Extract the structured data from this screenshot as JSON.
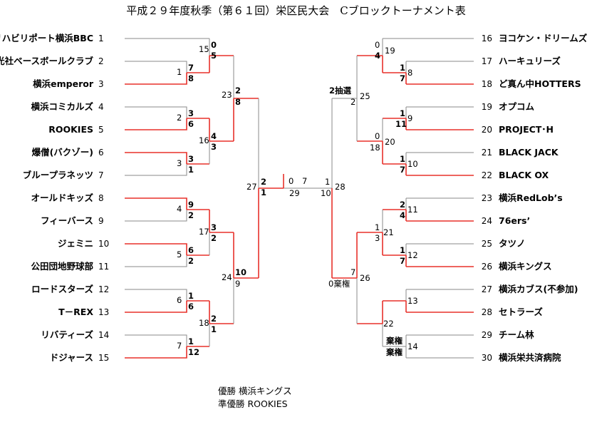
{
  "title": "平成２９年度秋季（第６１回）栄区民大会　Cブロックトーナメント表",
  "left_teams": [
    {
      "no": "1",
      "name": "リハビリポート横浜BBC"
    },
    {
      "no": "2",
      "name": "信光社ベースボールクラブ"
    },
    {
      "no": "3",
      "name": "横浜emperor"
    },
    {
      "no": "4",
      "name": "横浜コミカルズ"
    },
    {
      "no": "5",
      "name": "ROOKIES"
    },
    {
      "no": "6",
      "name": "爆僧(バクゾー)"
    },
    {
      "no": "7",
      "name": "ブループラネッツ"
    },
    {
      "no": "8",
      "name": "オールドキッズ"
    },
    {
      "no": "9",
      "name": "フィーバース"
    },
    {
      "no": "10",
      "name": "ジェミニ"
    },
    {
      "no": "11",
      "name": "公田団地野球部"
    },
    {
      "no": "12",
      "name": "ロードスターズ"
    },
    {
      "no": "13",
      "name": "T－REX"
    },
    {
      "no": "14",
      "name": "リバティーズ"
    },
    {
      "no": "15",
      "name": "ドジャース"
    }
  ],
  "right_teams": [
    {
      "no": "16",
      "name": "ヨコケン・ドリームズ"
    },
    {
      "no": "17",
      "name": "ハーキュリーズ"
    },
    {
      "no": "18",
      "name": "ど真ん中HOTTERS"
    },
    {
      "no": "19",
      "name": "オプコム"
    },
    {
      "no": "20",
      "name": "PROJECT･H"
    },
    {
      "no": "21",
      "name": "BLACK JACK"
    },
    {
      "no": "22",
      "name": "BLACK OX"
    },
    {
      "no": "23",
      "name": "横浜RedLob’s"
    },
    {
      "no": "24",
      "name": "76ers’"
    },
    {
      "no": "25",
      "name": "タツノ"
    },
    {
      "no": "26",
      "name": "横浜キングス"
    },
    {
      "no": "27",
      "name": "横浜カブス(不参加)"
    },
    {
      "no": "28",
      "name": "セトラーズ"
    },
    {
      "no": "29",
      "name": "チーム林"
    },
    {
      "no": "30",
      "name": "横浜栄共済病院"
    }
  ],
  "labels": {
    "l_g15": "15",
    "l_g15_top": "0",
    "l_g15_bot": "5",
    "l_g1": "1",
    "l_g1_top": "7",
    "l_g1_bot": "8",
    "l_g23": "23",
    "l_g23_top": "2",
    "l_g23_bot": "8",
    "l_g2": "2",
    "l_g2_top": "3",
    "l_g2_bot": "6",
    "l_g16": "16",
    "l_g16_top": "4",
    "l_g16_bot": "3",
    "l_g3": "3",
    "l_g3_top": "3",
    "l_g3_bot": "1",
    "l_g27": "27",
    "l_g27_top": "2",
    "l_g27_bot": "1",
    "l_g4": "4",
    "l_g4_top": "9",
    "l_g4_bot": "2",
    "l_g17": "17",
    "l_g17_top": "3",
    "l_g17_bot": "2",
    "l_g5": "5",
    "l_g5_top": "6",
    "l_g5_bot": "2",
    "l_g24": "24",
    "l_g24_top": "10",
    "l_g24_bot": "9",
    "l_g6": "6",
    "l_g6_top": "1",
    "l_g6_bot": "6",
    "l_g18": "18",
    "l_g18_top": "2",
    "l_g18_bot": "1",
    "l_g7": "7",
    "l_g7_top": "1",
    "l_g7_bot": "12",
    "f_left": "0",
    "f_right": "7",
    "f_game": "29",
    "r_g19": "19",
    "r_g19_top": "0",
    "r_g19_bot": "4",
    "r_g8": "8",
    "r_g8_top": "1",
    "r_g8_bot": "7",
    "r_g25": "25",
    "r_g25_top": "2抽選",
    "r_g25_bot": "2",
    "r_g20": "20",
    "r_g20_top": "0",
    "r_g20_bot": "18",
    "r_g9": "9",
    "r_g9_top": "1",
    "r_g9_bot": "11",
    "r_g10": "10",
    "r_g10_top": "1",
    "r_g10_bot": "7",
    "r_g28": "28",
    "r_g28_top": "1",
    "r_g28_bot": "10",
    "r_g21": "21",
    "r_g21_top": "1",
    "r_g21_bot": "3",
    "r_g11": "11",
    "r_g11_top": "2",
    "r_g11_bot": "4",
    "r_g12": "12",
    "r_g12_top": "1",
    "r_g12_bot": "7",
    "r_g26": "26",
    "r_g26_top": "7",
    "r_g26_bot": "0棄権",
    "r_g22": "22",
    "r_g13": "13",
    "r_g14": "14",
    "r_g14_top": "棄権",
    "r_g14_bot": "棄権"
  },
  "result": {
    "champion": "優勝 横浜キングス",
    "runner_up": "準優勝 ROOKIES"
  },
  "colors": {
    "win": "#e8302a",
    "line": "#8a8a8a"
  }
}
